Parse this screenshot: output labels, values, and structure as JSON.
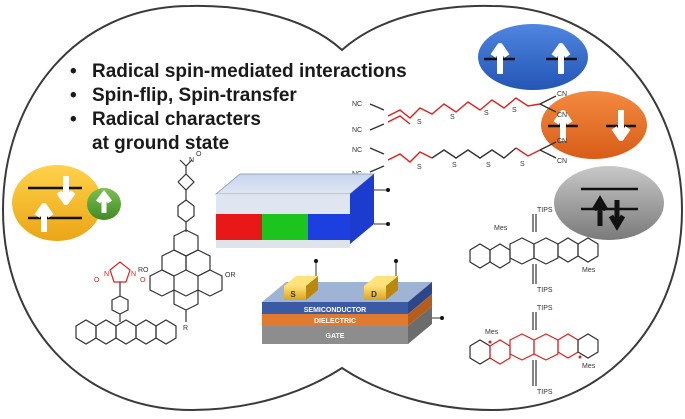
{
  "bullets": [
    "Radical spin-mediated interactions",
    "Spin-flip, Spin-transfer",
    "Radical characters",
    "at ground state"
  ],
  "transistor": {
    "source_label": "S",
    "drain_label": "D",
    "semiconductor_label": "SEMICONDUCTOR",
    "dielectric_label": "DIELECTRIC",
    "gate_label": "GATE"
  },
  "chemistry": {
    "cn": "NC",
    "cn_right": "CN",
    "s": "S",
    "tips": "TIPS",
    "mes": "Mes",
    "ro": "RO",
    "or": "OR",
    "n": "N",
    "o": "O",
    "r": "R"
  },
  "colors": {
    "outline": "#333333",
    "blue_badge": "#2a66c9",
    "orange_badge": "#e8702a",
    "gray_badge": "#8f8f8f",
    "yellow_badge": "#f3b81b",
    "green_badge": "#5ea33a",
    "red_molecule": "#e02020"
  }
}
